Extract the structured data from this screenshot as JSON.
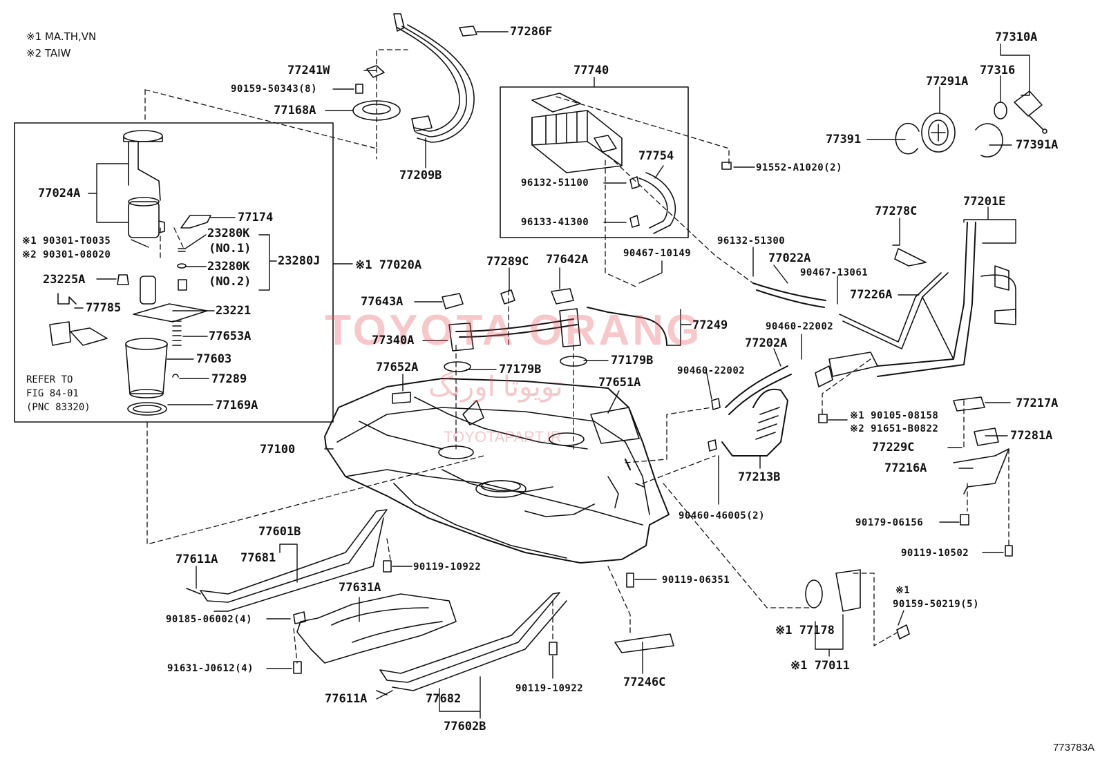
{
  "notes": {
    "n1": "※1   MA.TH,VN",
    "n2": "※2   TAIW"
  },
  "refer": {
    "line1": "REFER TO",
    "line2": "FIG 84-01",
    "line3": "(PNC 83320)"
  },
  "figure_id": "773783A",
  "watermark": {
    "latin": "TOYOTA ORANG",
    "persian": "تویوتا اورنگ",
    "site": "TOYOTAPART.IR"
  },
  "parts": {
    "p77286F": "77286F",
    "p77241W": "77241W",
    "p90159_50343": "90159-50343(8)",
    "p77168A": "77168A",
    "p77209B": "77209B",
    "p77024A": "77024A",
    "p77174": "77174",
    "p90301_T0035": "※1 90301-T0035",
    "p90301_08020": "※2 90301-08020",
    "p23280K_1": "23280K",
    "p_no1": "(NO.1)",
    "p23280J": "23280J",
    "p77020A": "※1 77020A",
    "p23280K_2": "23280K",
    "p_no2": "(NO.2)",
    "p23225A": "23225A",
    "p77785": "77785",
    "p23221": "23221",
    "p77653A": "77653A",
    "p77603": "77603",
    "p77289": "77289",
    "p77169A": "77169A",
    "p77740": "77740",
    "p77754": "77754",
    "p96132_51100": "96132-51100",
    "p96133_41300": "96133-41300",
    "p91552_A1020": "91552-A1020(2)",
    "p77310A": "77310A",
    "p77316": "77316",
    "p77291A": "77291A",
    "p77391": "77391",
    "p77391A": "77391A",
    "p77278C": "77278C",
    "p77201E": "77201E",
    "p96132_51300": "96132-51300",
    "p90467_10149": "90467-10149",
    "p77022A": "77022A",
    "p90467_13061": "90467-13061",
    "p77226A": "77226A",
    "p77289C": "77289C",
    "p77642A": "77642A",
    "p77643A": "77643A",
    "p77249": "77249",
    "p77340A": "77340A",
    "p90460_22002a": "90460-22002",
    "p77202A": "77202A",
    "p90460_22002b": "90460-22002",
    "p77179B_1": "77179B",
    "p77179B_2": "77179B",
    "p77652A": "77652A",
    "p77651A": "77651A",
    "p77217A": "77217A",
    "p90105_08158": "※1   90105-08158",
    "p91651_B0822": "※2   91651-B0822",
    "p77281A": "77281A",
    "p77229C": "77229C",
    "p77216A": "77216A",
    "p77100": "77100",
    "p77213B": "77213B",
    "p90460_46005": "90460-46005(2)",
    "p90179_06156": "90179-06156",
    "p90119_10502": "90119-10502",
    "p77601B": "77601B",
    "p77611A_1": "77611A",
    "p77681": "77681",
    "p90119_10922a": "90119-10922",
    "p90119_06351": "90119-06351",
    "p77631A": "77631A",
    "p90185_06002": "90185-06002(4)",
    "p91631_J0612": "91631-J0612(4)",
    "p90119_10922b": "90119-10922",
    "p77246C": "77246C",
    "p77611A_2": "77611A",
    "p77682": "77682",
    "p77602B": "77602B",
    "p90159_50219a": "※1",
    "p90159_50219b": "90159-50219(5)",
    "p77178": "※1 77178",
    "p77011": "※1 77011"
  }
}
